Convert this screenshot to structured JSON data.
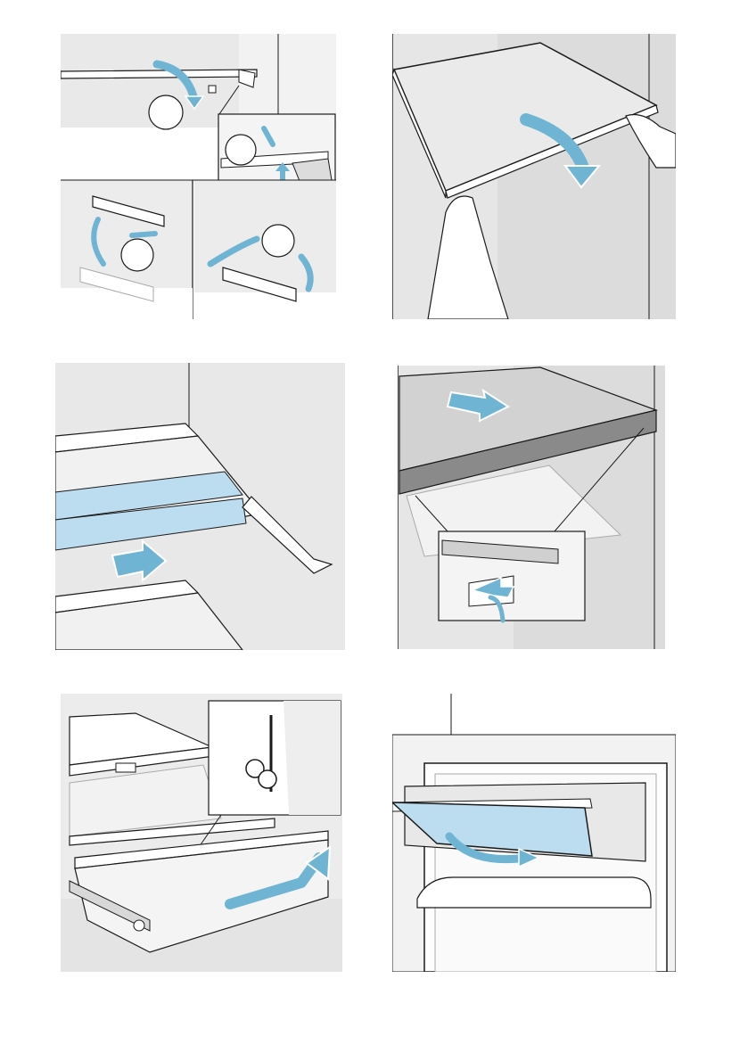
{
  "figures": [
    {
      "name": "shelf-support-removal",
      "step_markers": [
        "",
        "",
        "",
        ""
      ]
    },
    {
      "name": "glass-shelf-removal"
    },
    {
      "name": "shelf-insertion"
    },
    {
      "name": "shelf-front-trim-removal"
    },
    {
      "name": "drawer-removal"
    },
    {
      "name": "door-rack-flap-removal"
    }
  ],
  "colors": {
    "arrow": "#6fb4d2",
    "arrow_stroke": "#ffffff",
    "glass_tint": "#bcdcf0",
    "wall": "#e8e8e8",
    "wall_dark": "#dcdcdc",
    "line": "#1a1a1a",
    "background": "#ffffff"
  },
  "icons": [
    "curved-arrow-icon",
    "straight-arrow-icon",
    "hand-icon",
    "step-circle-icon"
  ]
}
